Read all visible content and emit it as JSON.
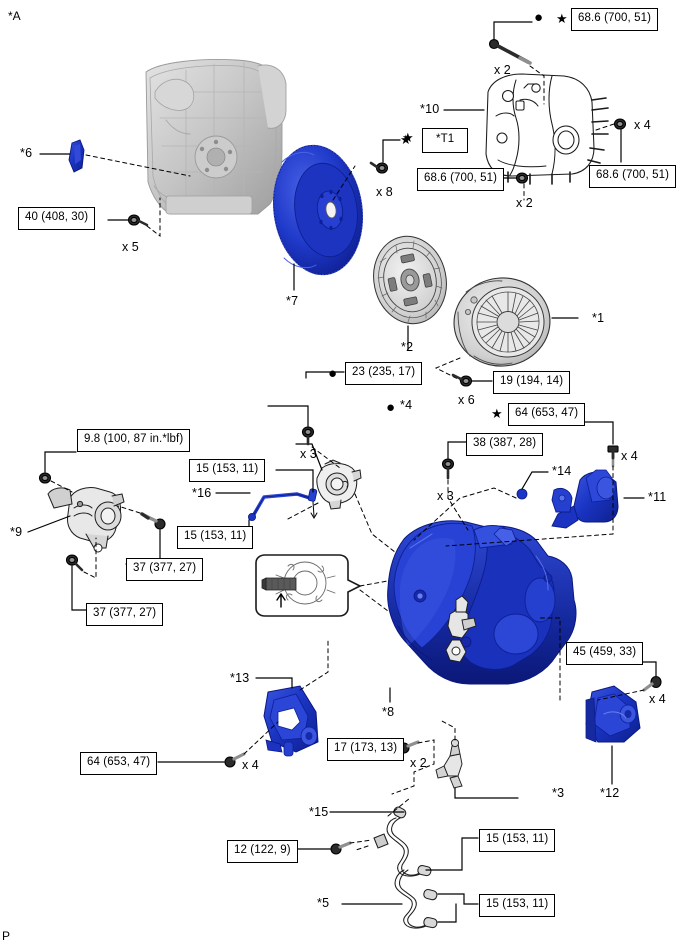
{
  "page": {
    "corner_top_left": "*A",
    "corner_bottom_left": "P",
    "line_color": "#000000",
    "part_blue": "#1b35c4",
    "part_gray": "#b8b8b8"
  },
  "torque_labels": [
    {
      "id": "t-686-a",
      "text": "68.6 (700, 51)"
    },
    {
      "id": "t-686-b",
      "text": "68.6 (700, 51)"
    },
    {
      "id": "t-686-c",
      "text": "68.6 (700, 51)"
    },
    {
      "id": "t-40",
      "text": "40 (408, 30)"
    },
    {
      "id": "t-23",
      "text": "23 (235, 17)"
    },
    {
      "id": "t-19",
      "text": "19 (194, 14)"
    },
    {
      "id": "t-64-a",
      "text": "64 (653, 47)"
    },
    {
      "id": "t-38",
      "text": "38 (387, 28)"
    },
    {
      "id": "t-98",
      "text": "9.8 (100, 87 in.*lbf)"
    },
    {
      "id": "t-15-a",
      "text": "15 (153, 11)"
    },
    {
      "id": "t-15-b",
      "text": "15 (153, 11)"
    },
    {
      "id": "t-37-a",
      "text": "37 (377, 27)"
    },
    {
      "id": "t-37-b",
      "text": "37 (377, 27)"
    },
    {
      "id": "t-45",
      "text": "45 (459, 33)"
    },
    {
      "id": "t-64-b",
      "text": "64 (653, 47)"
    },
    {
      "id": "t-17",
      "text": "17 (173, 13)"
    },
    {
      "id": "t-12",
      "text": "12 (122, 9)"
    },
    {
      "id": "t-15-c",
      "text": "15 (153, 11)"
    },
    {
      "id": "t-15-d",
      "text": "15 (153, 11)"
    },
    {
      "id": "t-T1",
      "text": "*T1"
    }
  ],
  "part_refs": [
    {
      "id": "r1",
      "text": "*1"
    },
    {
      "id": "r2",
      "text": "*2"
    },
    {
      "id": "r3",
      "text": "*3"
    },
    {
      "id": "r4",
      "text": "*4"
    },
    {
      "id": "r5",
      "text": "*5"
    },
    {
      "id": "r6",
      "text": "*6"
    },
    {
      "id": "r7",
      "text": "*7"
    },
    {
      "id": "r8",
      "text": "*8"
    },
    {
      "id": "r9",
      "text": "*9"
    },
    {
      "id": "r10",
      "text": "*10"
    },
    {
      "id": "r11",
      "text": "*11"
    },
    {
      "id": "r12",
      "text": "*12"
    },
    {
      "id": "r13",
      "text": "*13"
    },
    {
      "id": "r14",
      "text": "*14"
    },
    {
      "id": "r15",
      "text": "*15"
    },
    {
      "id": "r16",
      "text": "*16"
    }
  ],
  "quantities": [
    {
      "id": "q-x2-a",
      "text": "x 2"
    },
    {
      "id": "q-x4-a",
      "text": "x 4"
    },
    {
      "id": "q-x2-b",
      "text": "x 2"
    },
    {
      "id": "q-x8",
      "text": "x 8"
    },
    {
      "id": "q-x5",
      "text": "x 5"
    },
    {
      "id": "q-x6",
      "text": "x 6"
    },
    {
      "id": "q-x3-a",
      "text": "x 3"
    },
    {
      "id": "q-x3-b",
      "text": "x 3"
    },
    {
      "id": "q-x4-b",
      "text": "x 4"
    },
    {
      "id": "q-x4-c",
      "text": "x 4"
    },
    {
      "id": "q-x4-d",
      "text": "x 4"
    },
    {
      "id": "q-x2-c",
      "text": "x 2"
    }
  ],
  "markers": {
    "star_glyph": "★",
    "dot_glyph": "●"
  }
}
